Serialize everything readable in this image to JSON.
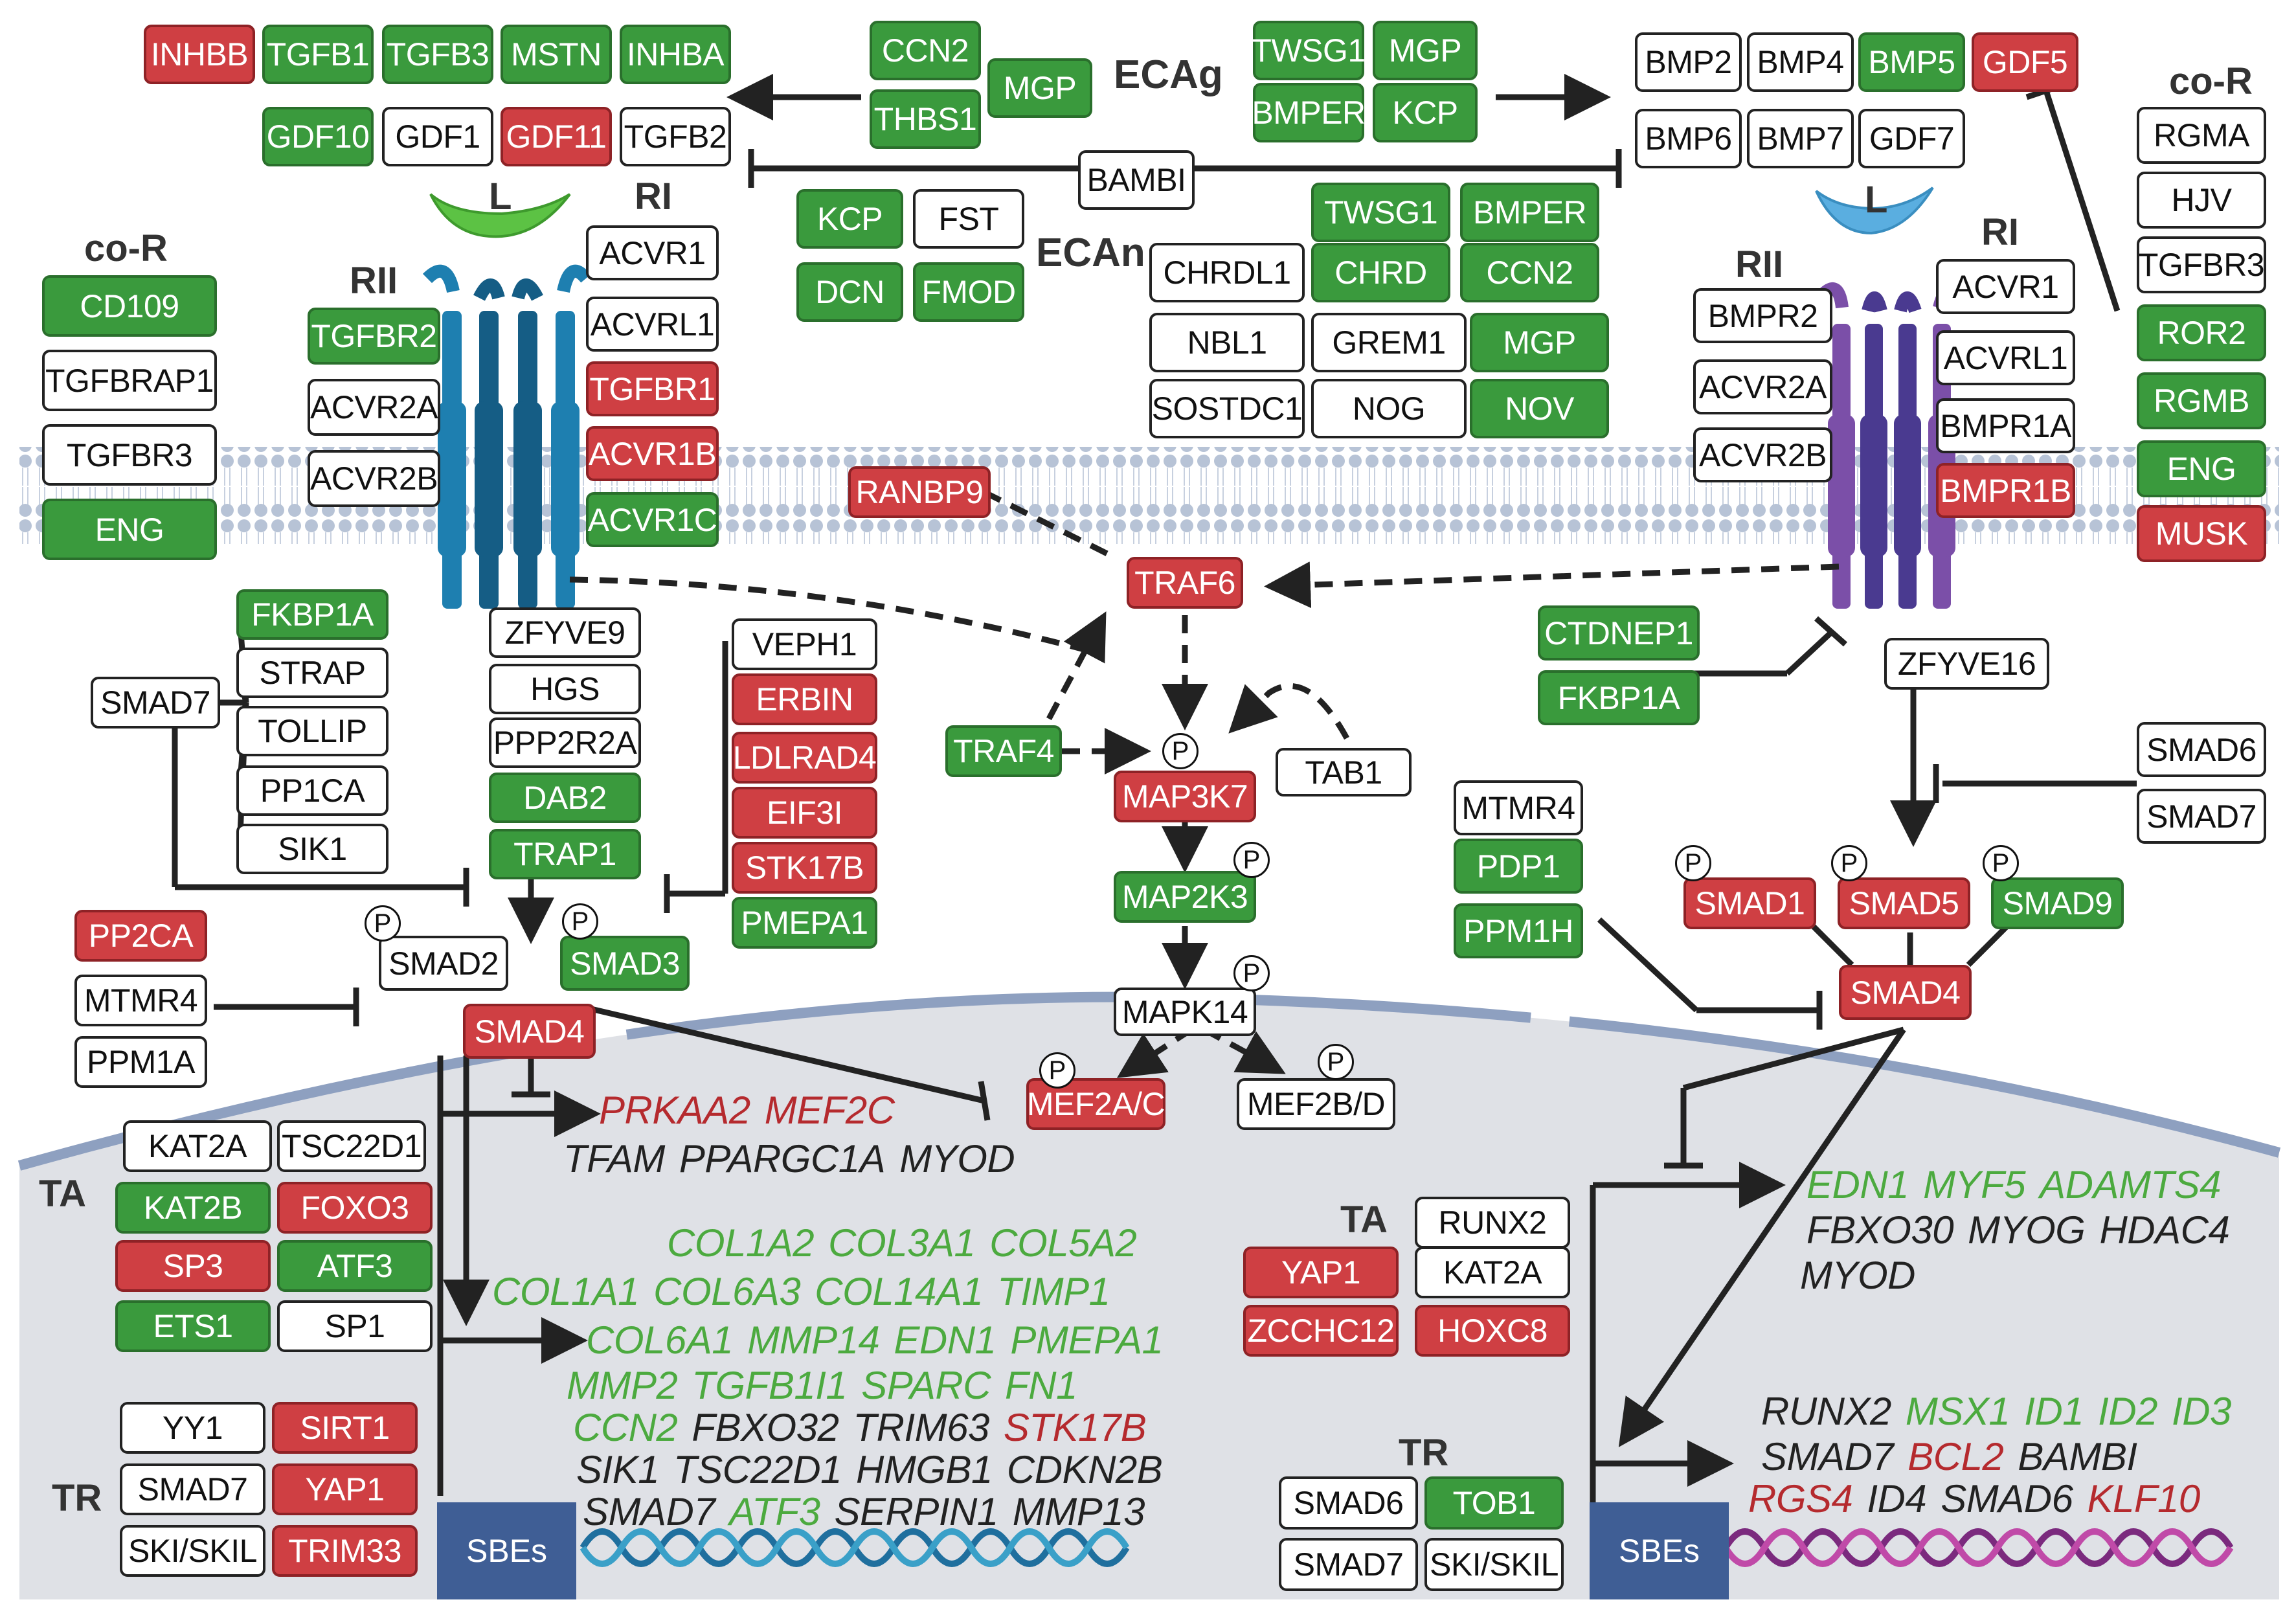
{
  "colors": {
    "green": "#3a9a3d",
    "red": "#cf3f43",
    "white": "#ffffff",
    "nucleus": "#dfe1e6",
    "membrane": "#b7c3d6",
    "sbe": "#3f5e95",
    "ligand_tgf": "#5cc244",
    "ligand_bmp": "#5aaee0",
    "receptor_tgf": "#1e7fb0",
    "receptor_bmp": "#7b4fa8"
  },
  "labels": {
    "ecag": "ECAg",
    "ecan": "ECAn",
    "cor_left": "co-R",
    "cor_right": "co-R",
    "rii_left": "RII",
    "ri_left": "RI",
    "rii_right": "RII",
    "ri_right": "RI",
    "l_left": "L",
    "l_right": "L",
    "ta_left": "TA",
    "tr_left": "TR",
    "ta_right": "TA",
    "tr_right": "TR",
    "sbe_left": "SBEs",
    "sbe_right": "SBEs",
    "p": "P"
  },
  "boxes": [
    {
      "t": "INHBB",
      "c": "red"
    },
    {
      "t": "TGFB1",
      "c": "green"
    },
    {
      "t": "TGFB3",
      "c": "green"
    },
    {
      "t": "MSTN",
      "c": "green"
    },
    {
      "t": "INHBA",
      "c": "green"
    },
    {
      "t": "GDF10",
      "c": "green"
    },
    {
      "t": "GDF1",
      "c": "white"
    },
    {
      "t": "GDF11",
      "c": "red"
    },
    {
      "t": "TGFB2",
      "c": "white"
    },
    {
      "t": "CCN2",
      "c": "green"
    },
    {
      "t": "MGP",
      "c": "green"
    },
    {
      "t": "THBS1",
      "c": "green"
    },
    {
      "t": "TWSG1",
      "c": "green"
    },
    {
      "t": "MGP",
      "c": "green"
    },
    {
      "t": "BMPER",
      "c": "green"
    },
    {
      "t": "KCP",
      "c": "green"
    },
    {
      "t": "BMP2",
      "c": "white"
    },
    {
      "t": "BMP4",
      "c": "white"
    },
    {
      "t": "BMP5",
      "c": "green"
    },
    {
      "t": "GDF5",
      "c": "red"
    },
    {
      "t": "BMP6",
      "c": "white"
    },
    {
      "t": "BMP7",
      "c": "white"
    },
    {
      "t": "GDF7",
      "c": "white"
    },
    {
      "t": "BAMBI",
      "c": "white"
    },
    {
      "t": "KCP",
      "c": "green"
    },
    {
      "t": "FST",
      "c": "white"
    },
    {
      "t": "DCN",
      "c": "green"
    },
    {
      "t": "FMOD",
      "c": "green"
    },
    {
      "t": "TWSG1",
      "c": "green"
    },
    {
      "t": "BMPER",
      "c": "green"
    },
    {
      "t": "CHRDL1",
      "c": "white"
    },
    {
      "t": "CHRD",
      "c": "green"
    },
    {
      "t": "CCN2",
      "c": "green"
    },
    {
      "t": "NBL1",
      "c": "white"
    },
    {
      "t": "GREM1",
      "c": "white"
    },
    {
      "t": "MGP",
      "c": "green"
    },
    {
      "t": "SOSTDC1",
      "c": "white"
    },
    {
      "t": "NOG",
      "c": "white"
    },
    {
      "t": "NOV",
      "c": "green"
    },
    {
      "t": "CD109",
      "c": "green"
    },
    {
      "t": "TGFBRAP1",
      "c": "white"
    },
    {
      "t": "TGFBR3",
      "c": "white"
    },
    {
      "t": "ENG",
      "c": "green"
    },
    {
      "t": "TGFBR2",
      "c": "green"
    },
    {
      "t": "ACVR2A",
      "c": "white"
    },
    {
      "t": "ACVR2B",
      "c": "white"
    },
    {
      "t": "ACVR1",
      "c": "white"
    },
    {
      "t": "ACVRL1",
      "c": "white"
    },
    {
      "t": "TGFBR1",
      "c": "red"
    },
    {
      "t": "ACVR1B",
      "c": "red"
    },
    {
      "t": "ACVR1C",
      "c": "green"
    },
    {
      "t": "RGMA",
      "c": "white"
    },
    {
      "t": "HJV",
      "c": "white"
    },
    {
      "t": "TGFBR3",
      "c": "white"
    },
    {
      "t": "ROR2",
      "c": "green"
    },
    {
      "t": "RGMB",
      "c": "green"
    },
    {
      "t": "ENG",
      "c": "green"
    },
    {
      "t": "MUSK",
      "c": "red"
    },
    {
      "t": "BMPR2",
      "c": "white"
    },
    {
      "t": "ACVR2A",
      "c": "white"
    },
    {
      "t": "ACVR2B",
      "c": "white"
    },
    {
      "t": "ACVR1",
      "c": "white"
    },
    {
      "t": "ACVRL1",
      "c": "white"
    },
    {
      "t": "BMPR1A",
      "c": "white"
    },
    {
      "t": "BMPR1B",
      "c": "red"
    },
    {
      "t": "RANBP9",
      "c": "red"
    },
    {
      "t": "TRAF6",
      "c": "red"
    },
    {
      "t": "TRAF4",
      "c": "green"
    },
    {
      "t": "MAP3K7",
      "c": "red"
    },
    {
      "t": "TAB1",
      "c": "white"
    },
    {
      "t": "MAP2K3",
      "c": "green"
    },
    {
      "t": "MAPK14",
      "c": "white"
    },
    {
      "t": "MEF2A/C",
      "c": "red"
    },
    {
      "t": "MEF2B/D",
      "c": "white"
    },
    {
      "t": "CTDNEP1",
      "c": "green"
    },
    {
      "t": "FKBP1A",
      "c": "green"
    },
    {
      "t": "ZFYVE16",
      "c": "white"
    },
    {
      "t": "SMAD6",
      "c": "white"
    },
    {
      "t": "SMAD7",
      "c": "white"
    },
    {
      "t": "MTMR4",
      "c": "white"
    },
    {
      "t": "PDP1",
      "c": "green"
    },
    {
      "t": "PPM1H",
      "c": "green"
    },
    {
      "t": "SMAD1",
      "c": "red"
    },
    {
      "t": "SMAD5",
      "c": "red"
    },
    {
      "t": "SMAD9",
      "c": "green"
    },
    {
      "t": "SMAD4",
      "c": "red"
    },
    {
      "t": "FKBP1A",
      "c": "green"
    },
    {
      "t": "SMAD7",
      "c": "white"
    },
    {
      "t": "STRAP",
      "c": "white"
    },
    {
      "t": "TOLLIP",
      "c": "white"
    },
    {
      "t": "PP1CA",
      "c": "white"
    },
    {
      "t": "SIK1",
      "c": "white"
    },
    {
      "t": "ZFYVE9",
      "c": "white"
    },
    {
      "t": "HGS",
      "c": "white"
    },
    {
      "t": "PPP2R2A",
      "c": "white"
    },
    {
      "t": "DAB2",
      "c": "green"
    },
    {
      "t": "TRAP1",
      "c": "green"
    },
    {
      "t": "VEPH1",
      "c": "white"
    },
    {
      "t": "ERBIN",
      "c": "red"
    },
    {
      "t": "LDLRAD4",
      "c": "red"
    },
    {
      "t": "EIF3I",
      "c": "red"
    },
    {
      "t": "STK17B",
      "c": "red"
    },
    {
      "t": "PMEPA1",
      "c": "green"
    },
    {
      "t": "PP2CA",
      "c": "red"
    },
    {
      "t": "MTMR4",
      "c": "white"
    },
    {
      "t": "PPM1A",
      "c": "white"
    },
    {
      "t": "SMAD2",
      "c": "white"
    },
    {
      "t": "SMAD3",
      "c": "green"
    },
    {
      "t": "SMAD4",
      "c": "red"
    },
    {
      "t": "KAT2A",
      "c": "white"
    },
    {
      "t": "TSC22D1",
      "c": "white"
    },
    {
      "t": "KAT2B",
      "c": "green"
    },
    {
      "t": "FOXO3",
      "c": "red"
    },
    {
      "t": "SP3",
      "c": "red"
    },
    {
      "t": "ATF3",
      "c": "green"
    },
    {
      "t": "ETS1",
      "c": "green"
    },
    {
      "t": "SP1",
      "c": "white"
    },
    {
      "t": "YY1",
      "c": "white"
    },
    {
      "t": "SIRT1",
      "c": "red"
    },
    {
      "t": "SMAD7",
      "c": "white"
    },
    {
      "t": "YAP1",
      "c": "red"
    },
    {
      "t": "SKI/SKIL",
      "c": "white"
    },
    {
      "t": "TRIM33",
      "c": "red"
    },
    {
      "t": "RUNX2",
      "c": "white"
    },
    {
      "t": "YAP1",
      "c": "red"
    },
    {
      "t": "KAT2A",
      "c": "white"
    },
    {
      "t": "ZCCHC12",
      "c": "red"
    },
    {
      "t": "HOXC8",
      "c": "red"
    },
    {
      "t": "SMAD6",
      "c": "white"
    },
    {
      "t": "TOB1",
      "c": "green"
    },
    {
      "t": "SMAD7",
      "c": "white"
    },
    {
      "t": "SKI/SKIL",
      "c": "white"
    }
  ],
  "gene_lines": [
    [
      {
        "t": "PRKAA2",
        "c": "red"
      },
      {
        "t": "MEF2C",
        "c": "red"
      }
    ],
    [
      {
        "t": "TFAM",
        "c": "black"
      },
      {
        "t": "PPARGC1A",
        "c": "black"
      },
      {
        "t": "MYOD",
        "c": "black"
      }
    ],
    [
      {
        "t": "COL1A2",
        "c": "green"
      },
      {
        "t": "COL3A1",
        "c": "green"
      },
      {
        "t": "COL5A2",
        "c": "green"
      }
    ],
    [
      {
        "t": "COL1A1",
        "c": "green"
      },
      {
        "t": "COL6A3",
        "c": "green"
      },
      {
        "t": "COL14A1",
        "c": "green"
      },
      {
        "t": "TIMP1",
        "c": "green"
      }
    ],
    [
      {
        "t": "COL6A1",
        "c": "green"
      },
      {
        "t": "MMP14",
        "c": "green"
      },
      {
        "t": "EDN1",
        "c": "green"
      },
      {
        "t": "PMEPA1",
        "c": "green"
      }
    ],
    [
      {
        "t": "MMP2",
        "c": "green"
      },
      {
        "t": "TGFB1I1",
        "c": "green"
      },
      {
        "t": "SPARC",
        "c": "green"
      },
      {
        "t": "FN1",
        "c": "green"
      }
    ],
    [
      {
        "t": "CCN2",
        "c": "green"
      },
      {
        "t": "FBXO32",
        "c": "black"
      },
      {
        "t": "TRIM63",
        "c": "black"
      },
      {
        "t": "STK17B",
        "c": "red"
      }
    ],
    [
      {
        "t": "SIK1",
        "c": "black"
      },
      {
        "t": "TSC22D1",
        "c": "black"
      },
      {
        "t": "HMGB1",
        "c": "black"
      },
      {
        "t": "CDKN2B",
        "c": "black"
      }
    ],
    [
      {
        "t": "SMAD7",
        "c": "black"
      },
      {
        "t": "ATF3",
        "c": "green"
      },
      {
        "t": "SERPIN1",
        "c": "black"
      },
      {
        "t": "MMP13",
        "c": "black"
      }
    ],
    [
      {
        "t": "EDN1",
        "c": "green"
      },
      {
        "t": "MYF5",
        "c": "green"
      },
      {
        "t": "ADAMTS4",
        "c": "green"
      }
    ],
    [
      {
        "t": "FBXO30",
        "c": "black"
      },
      {
        "t": "MYOG",
        "c": "black"
      },
      {
        "t": "HDAC4",
        "c": "black"
      }
    ],
    [
      {
        "t": "MYOD",
        "c": "black"
      }
    ],
    [
      {
        "t": "RUNX2",
        "c": "black"
      },
      {
        "t": "MSX1",
        "c": "green"
      },
      {
        "t": "ID1",
        "c": "green"
      },
      {
        "t": "ID2",
        "c": "green"
      },
      {
        "t": "ID3",
        "c": "green"
      }
    ],
    [
      {
        "t": "SMAD7",
        "c": "black"
      },
      {
        "t": "BCL2",
        "c": "red"
      },
      {
        "t": "BAMBI",
        "c": "black"
      }
    ],
    [
      {
        "t": "RGS4",
        "c": "red"
      },
      {
        "t": "ID4",
        "c": "black"
      },
      {
        "t": "SMAD6",
        "c": "black"
      },
      {
        "t": "KLF10",
        "c": "red"
      }
    ]
  ]
}
